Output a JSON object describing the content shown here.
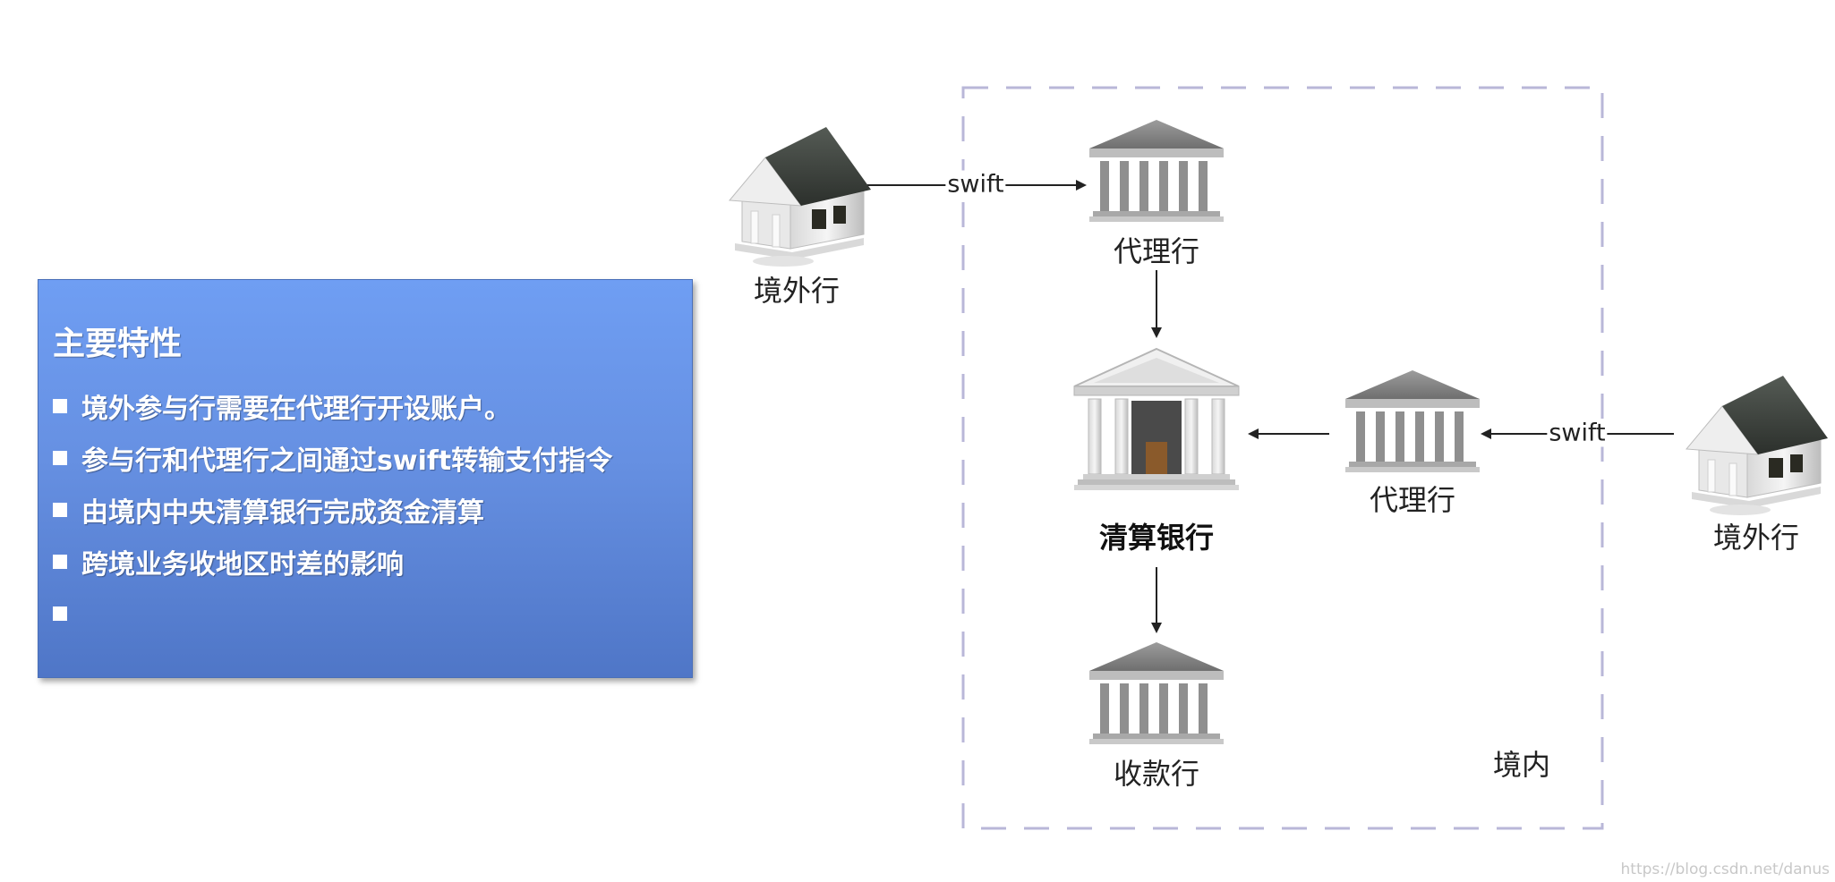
{
  "panel": {
    "title": "主要特性",
    "bullets": [
      "境外参与行需要在代理行开设账户。",
      "参与行和代理行之间通过swift转输支付指令",
      "由境内中央清算银行完成资金清算",
      "跨境业务收地区时差的影响",
      ""
    ]
  },
  "nodes": {
    "foreign_bank_left": "境外行",
    "correspondent_top": "代理行",
    "clearing_bank": "清算银行",
    "correspondent_right": "代理行",
    "foreign_bank_right": "境外行",
    "receiving_bank": "收款行"
  },
  "edges": {
    "left_swift": "swift",
    "right_swift": "swift"
  },
  "region_label": "境内",
  "watermark": "https://blog.csdn.net/danus",
  "colors": {
    "panel_top": "#6f9ef3",
    "panel_bottom": "#4f76c7",
    "region_border": "#b9b7d8",
    "roof_house": "#3e433e",
    "column_gray": "#9a9a9a"
  }
}
